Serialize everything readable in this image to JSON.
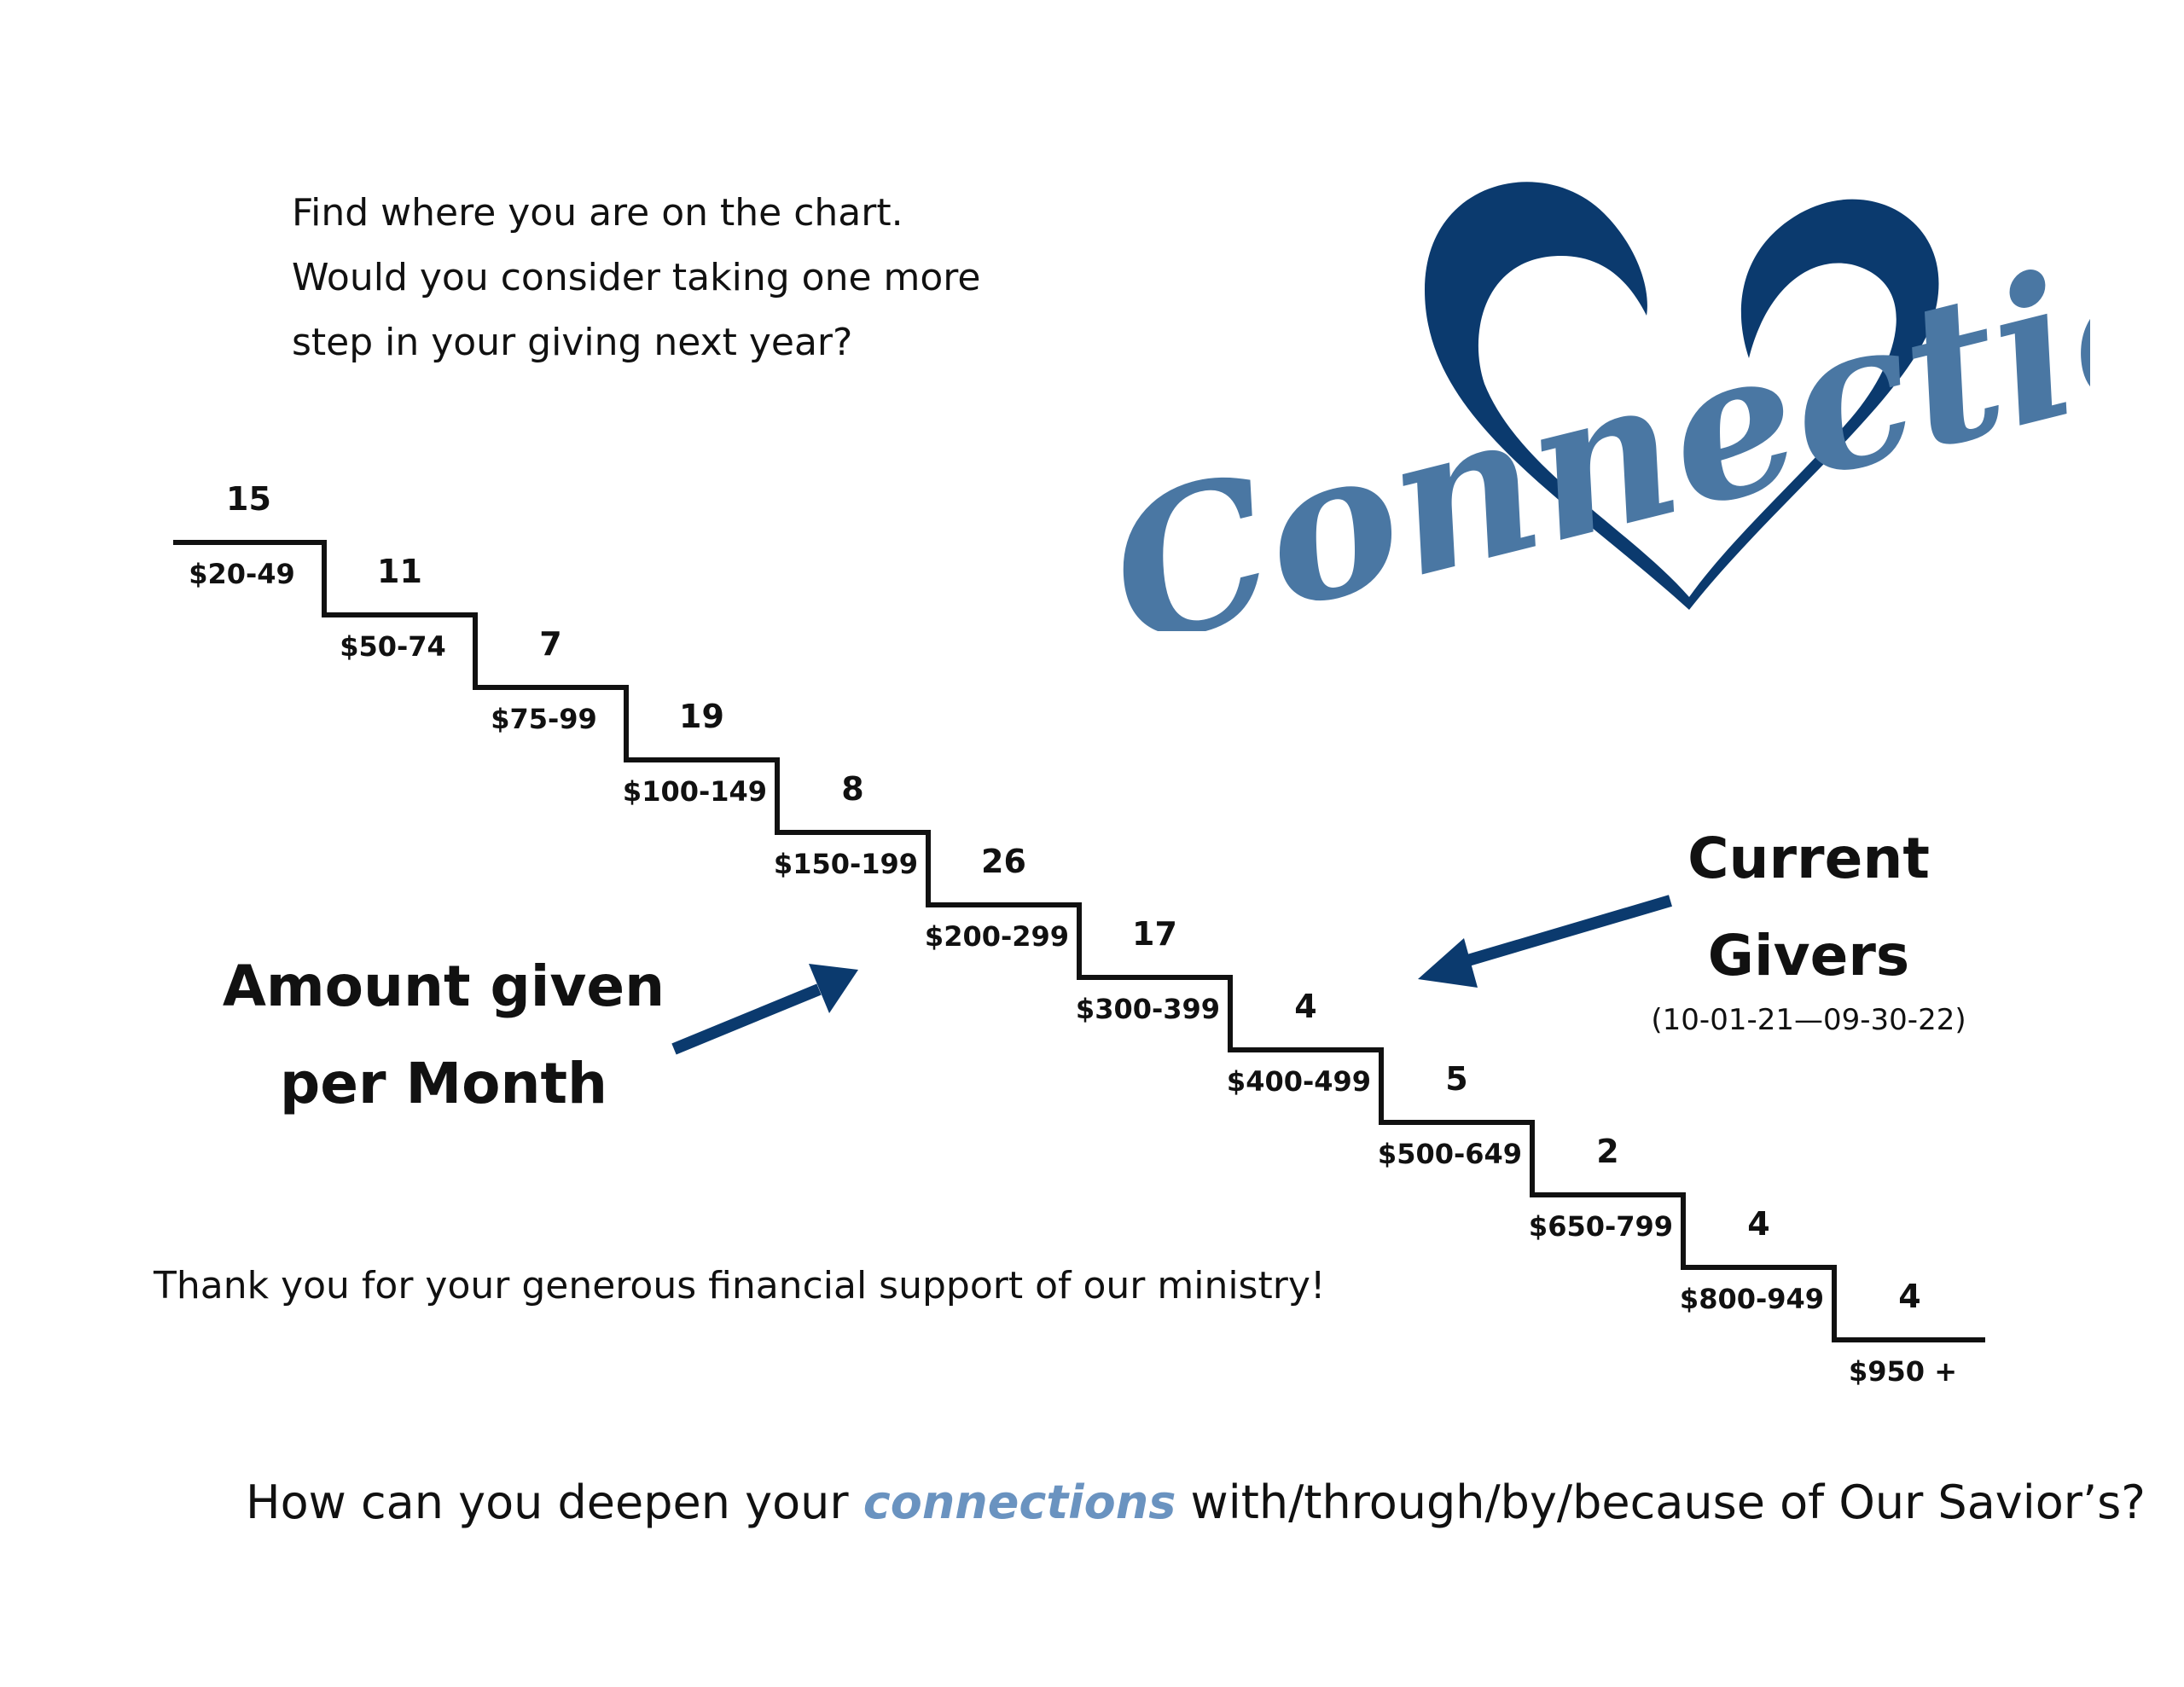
{
  "intro": {
    "line1": "Find where you are on the chart.",
    "line2": "Would you consider taking one more",
    "line3": "step in your giving next year?"
  },
  "logo": {
    "text": "Connections",
    "heart_color": "#0b3a6e",
    "text_color": "#4a77a3"
  },
  "left_label": {
    "line1": "Amount given",
    "line2": "per Month"
  },
  "right_label": {
    "line1": "Current",
    "line2": "Givers",
    "dates": "(10-01-21—09-30-22)"
  },
  "arrow_color": "#0b3a6e",
  "chart_data": {
    "type": "table",
    "categories": [
      "$20-49",
      "$50-74",
      "$75-99",
      "$100-149",
      "$150-199",
      "$200-299",
      "$300-399",
      "$400-499",
      "$500-649",
      "$650-799",
      "$800-949",
      "$950 +"
    ],
    "values": [
      15,
      11,
      7,
      19,
      8,
      26,
      17,
      4,
      5,
      2,
      4,
      4
    ],
    "xlabel": "Amount given per Month",
    "ylabel": "Current Givers"
  },
  "thanks": "Thank you for your generous financial support of our ministry!",
  "question": {
    "before": "How can you deepen your ",
    "highlight": "connections",
    "after": " with/through/by/because of Our Savior’s?"
  }
}
